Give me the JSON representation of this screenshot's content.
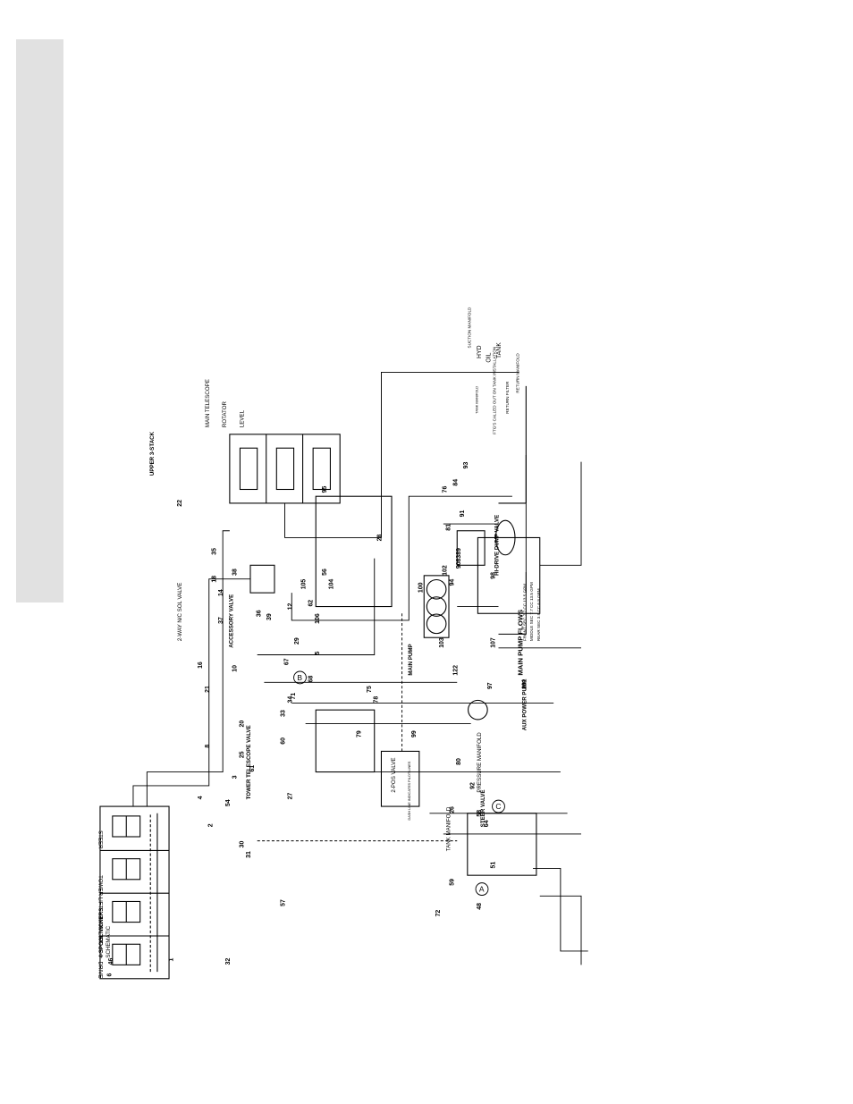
{
  "diagram": {
    "labels": {
      "spool_vickers": "4-SPOOL VICKERS",
      "spool_vickers_sub": "SCHEMATIC",
      "section_1": "DRIVE",
      "section_2": "MAIN LIFT",
      "section_3": "TOWER LIFT",
      "section_4": "STEER",
      "upper_3_stack": "UPPER 3-STACK",
      "level": "LEVEL",
      "rotator": "ROTATOR",
      "main_telescope": "MAIN TELESCOPE",
      "two_way_valve": "2-WAY N/C SOL VALVE",
      "accessory_valve": "ACCESSORY VALVE",
      "tower_telescope_valve": "TOWER TELESCOPE VALVE",
      "two_pos_valve": "2-POS VALVE",
      "steer_valve": "STEER VALVE",
      "tank_manifold": "TANK MANIFOLD",
      "pressure_manifold": "PRESSURE MANIFOLD",
      "hi_drive_dump_valve": "HI-DRIVE DUMP VALVE",
      "main_pump": "MAIN PUMP",
      "aux_power_pump": "AUX POWER PUMP",
      "main_pump_flows": "MAIN PUMP FLOWS",
      "suction_manifold": "SUCTION MANIFOLD",
      "hyd_oil_tank_1": "HYD",
      "hyd_oil_tank_2": "OIL",
      "hyd_oil_tank_3": "TANK",
      "return_manifold": "RETURN MANIFOLD",
      "return_filter": "RETURN FILTER",
      "fitting_note": "FTG'S CALLED OUT ON TANK INSTALLATION",
      "tank_note": "TANK MANIFOLD",
      "dash_line_note": "DASH LINE INDICATES PILOT LINES",
      "flow_front": "FRONT SEC  7.7 CC  13.5 GPM",
      "flow_middle": "MIDDLE SEC  7.7 CC  13.5 GPM",
      "flow_rear": "REAR SEC  3.9 CC  6.8 GPM",
      "circle_a": "A",
      "circle_b": "B",
      "circle_c": "C"
    },
    "line_numbers": [
      "1",
      "2",
      "3",
      "4",
      "5",
      "6",
      "8",
      "10",
      "12",
      "14",
      "16",
      "18",
      "20",
      "21",
      "22",
      "25",
      "26",
      "27",
      "28",
      "29",
      "30",
      "31",
      "32",
      "33",
      "34",
      "35",
      "36",
      "37",
      "38",
      "39",
      "46",
      "48",
      "51",
      "54",
      "56",
      "57",
      "58",
      "59",
      "60",
      "61",
      "62",
      "64",
      "67",
      "68",
      "71",
      "72",
      "75",
      "76",
      "78",
      "79",
      "80",
      "81",
      "83",
      "84",
      "89",
      "90",
      "91",
      "92",
      "93",
      "94",
      "95",
      "97",
      "98",
      "99",
      "100",
      "101",
      "102",
      "103",
      "104",
      "105",
      "106",
      "107",
      "122"
    ]
  }
}
